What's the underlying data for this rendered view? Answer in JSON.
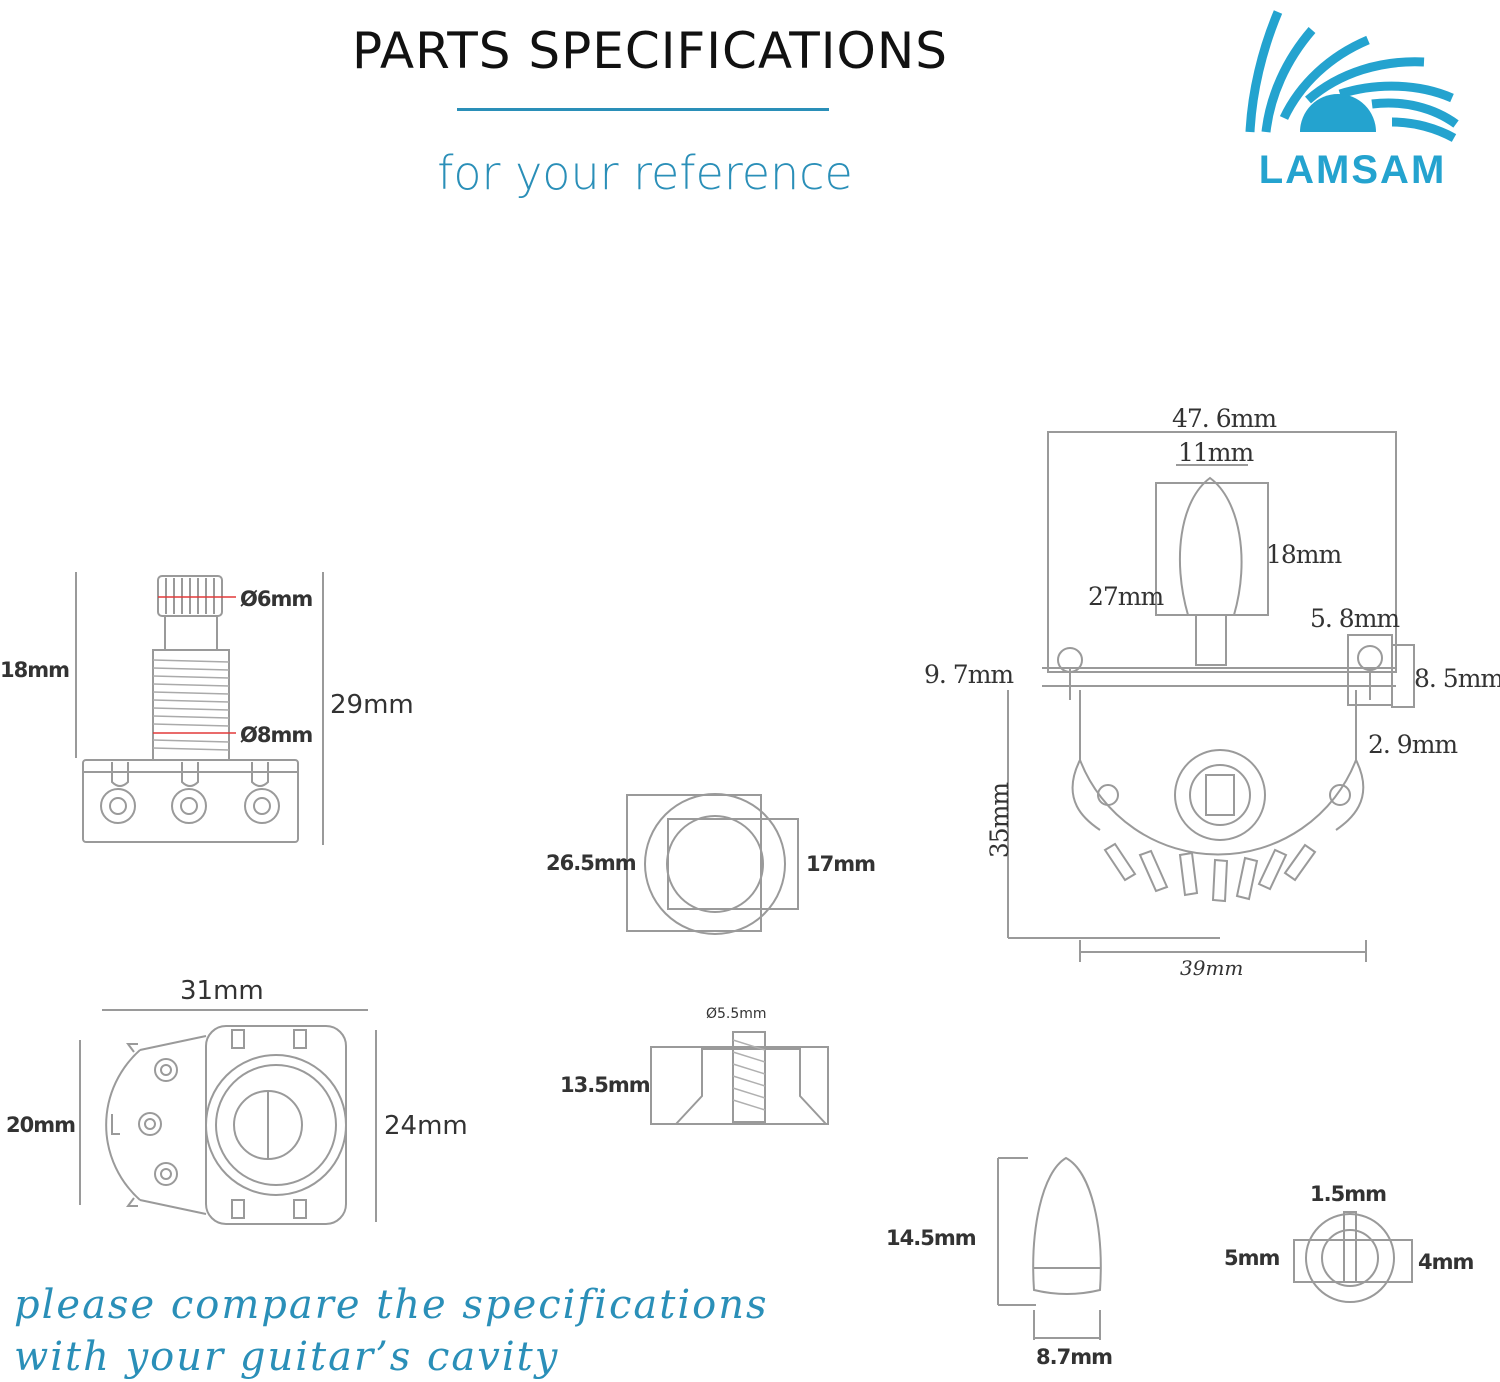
{
  "header": {
    "title": "PARTS SPECIFICATIONS",
    "subtitle": "for your reference"
  },
  "brand": {
    "name": "LAMSAM",
    "color": "#24a3cf"
  },
  "note": {
    "line1": "please compare the specifications",
    "line2": "with your guitar’s cavity"
  },
  "colors": {
    "accent": "#2a8fb8",
    "line": "#999999"
  },
  "pot": {
    "shaft_diameter": "Ø6mm",
    "thread_diameter": "Ø8mm",
    "shaft_height": "18mm",
    "total_height": "29mm",
    "width": "31mm",
    "body_height": "20mm",
    "body_diameter": "24mm"
  },
  "knob": {
    "diameter": "26.5mm",
    "inner_diameter": "17mm",
    "hole": "Ø5.5mm",
    "height": "13.5mm"
  },
  "switch": {
    "overall_width": "47. 6mm",
    "tip_width": "11mm",
    "tip_height": "18mm",
    "lever_height": "27mm",
    "screw_spacing": "5. 8mm",
    "plate_offset": "9. 7mm",
    "mount_height": "8. 5mm",
    "plate_thickness": "2. 9mm",
    "body_height": "35mm",
    "body_width": "39mm"
  },
  "tip": {
    "height": "14.5mm",
    "base_width": "8.7mm",
    "slot": "1.5mm",
    "outer_width": "5mm",
    "inner_width": "4mm"
  }
}
